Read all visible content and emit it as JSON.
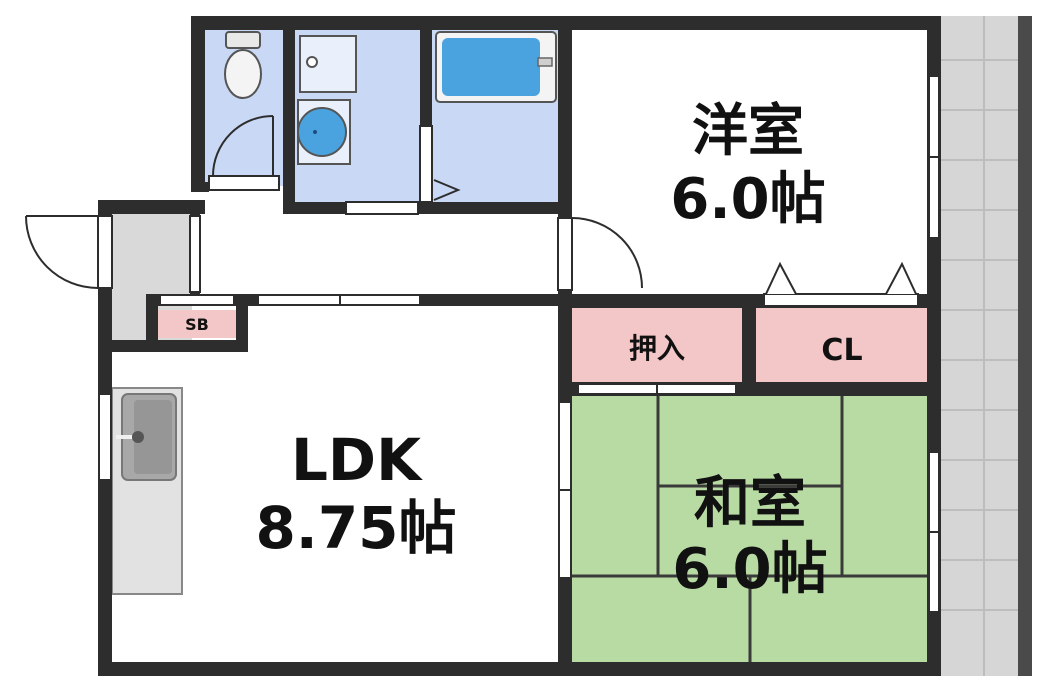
{
  "rooms": {
    "western": {
      "name": "洋室",
      "size": "6.0帖"
    },
    "ldk": {
      "name": "LDK",
      "size": "8.75帖"
    },
    "japanese": {
      "name": "和室",
      "size": "6.0帖"
    },
    "oshiire": "押入",
    "closet": "CL",
    "shoe_box": "SB"
  },
  "colors": {
    "wall": "#2d2d2d",
    "wet_area": "#c8d8f5",
    "storage": "#f3c7c7",
    "tatami": "#b8dba4",
    "tatami_line": "#3a3a3a",
    "entrance_floor": "#d9d9d9",
    "balcony": "#d6d6d6",
    "kitchen_counter": "#e2e2e2",
    "fixture_blue": "#4aa3df"
  }
}
